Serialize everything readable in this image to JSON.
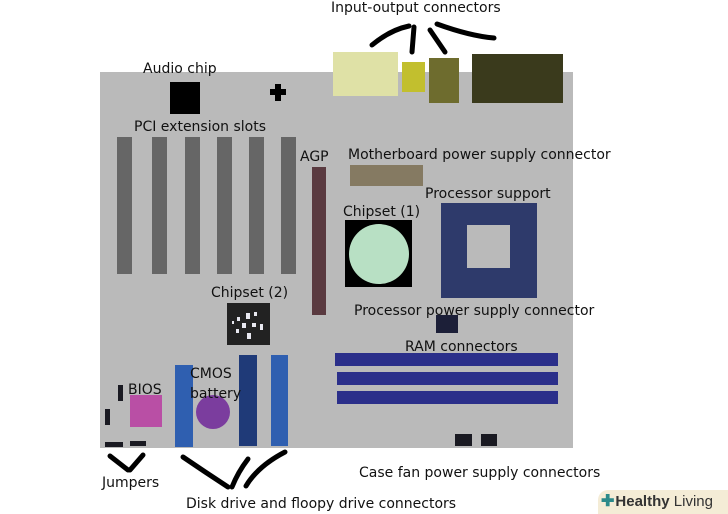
{
  "labels": {
    "io": "Input-output connectors",
    "audio": "Audio chip",
    "pci": "PCI extension slots",
    "agp": "AGP",
    "mb_power": "Motherboard power supply connector",
    "processor_support": "Processor support",
    "chipset1": "Chipset (1)",
    "chipset2": "Chipset (2)",
    "cpu_power": "Processor power supply connector",
    "ram": "RAM connectors",
    "cmos1": "CMOS",
    "cmos2": "battery",
    "bios": "BIOS",
    "jumpers": "Jumpers",
    "disk": "Disk drive and floopy drive connectors",
    "fan": "Case fan power supply connectors"
  },
  "watermark": {
    "bold": "Healthy",
    "rest": "Living",
    "icon": "plus-leaf-icon"
  },
  "colors": {
    "board": "#bababa",
    "pci": "#666666",
    "agp": "#5a3a40",
    "mb_power": "#857a62",
    "chipset1_chip": "#b8e0c4",
    "processor": "#2e3a6b",
    "ram": "#2b2f8a",
    "ide": "#2f5fb0",
    "ide_dark": "#1f3a78",
    "cmos": "#7b3d9e",
    "bios": "#b94fa5",
    "io_1": "#dfe1a6",
    "io_2": "#c2bf2e",
    "io_3": "#6e6c2e",
    "io_4": "#3a3a1c"
  }
}
